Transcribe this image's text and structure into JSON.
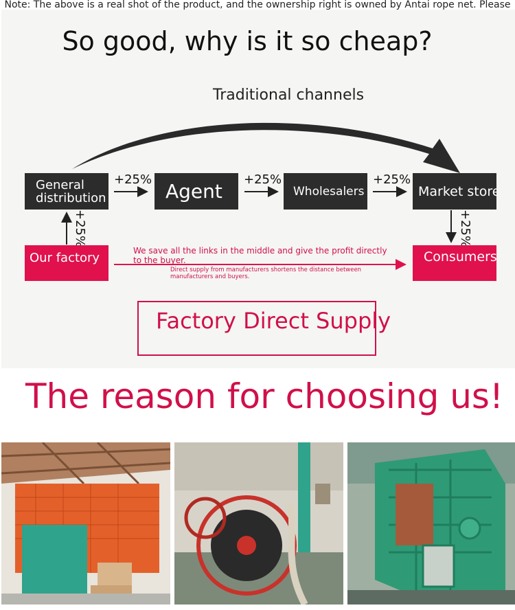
{
  "note": "Note: The above is a real shot of the product, and the ownership right is owned by Antai rope net. Please do not steal it.",
  "headline": "So good, why is it so cheap?",
  "traditional_label": "Traditional channels",
  "chain": {
    "general": "General distribution",
    "agent": "Agent",
    "wholesalers": "Wholesalers",
    "market": "Market store",
    "factory": "Our factory",
    "consumers": "Consumers",
    "markup": "+25%"
  },
  "save_text": "We save all the links in the middle and give the profit directly to the buyer.",
  "save_subtext": "Direct supply from manufacturers shortens the distance between manufacturers and buyers.",
  "factory_direct": "Factory Direct Supply",
  "reason": "The reason for choosing us!",
  "colors": {
    "accent": "#e0114d",
    "dark": "#2c2c2c"
  },
  "photos": [
    {
      "icon": "net-machine-photo"
    },
    {
      "icon": "rope-reel-photo"
    },
    {
      "icon": "braiding-machine-photo"
    }
  ]
}
